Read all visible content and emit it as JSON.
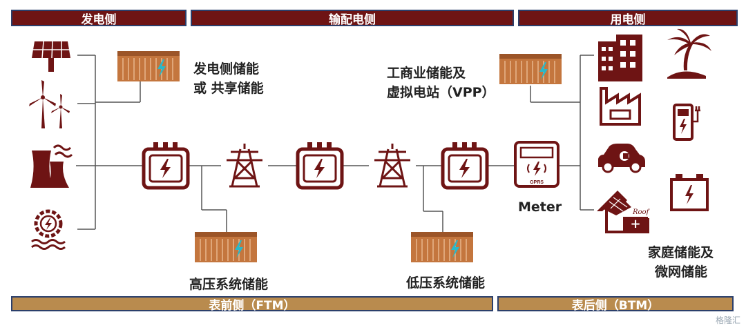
{
  "sections_top": {
    "generation": "发电侧",
    "transmission": "输配电侧",
    "consumption": "用电侧"
  },
  "sections_bottom": {
    "ftm": "表前侧（FTM）",
    "btm": "表后侧（BTM）"
  },
  "labels": {
    "gen_storage_line1": "发电侧储能",
    "gen_storage_line2": "或 共享储能",
    "ci_storage_line1": "工商业储能及",
    "ci_storage_line2": "虚拟电站（VPP）",
    "hv_storage": "高压系统储能",
    "lv_storage": "低压系统储能",
    "meter": "Meter",
    "home_storage_line1": "家庭储能及",
    "home_storage_line2": "微网储能",
    "meter_gprs": "GPRS",
    "roof_text": "Roof"
  },
  "colors": {
    "primary": "#6e1414",
    "gold": "#b98b4e",
    "border": "#2b3f6b",
    "container": "#c4763e",
    "bolt": "#2ab8c8",
    "line": "#555555"
  },
  "icons": [
    "solar-panel-icon",
    "wind-turbine-icon",
    "power-plant-icon",
    "hydro-icon",
    "container-icon",
    "transformer-icon",
    "transmission-tower-icon",
    "meter-icon",
    "office-building-icon",
    "factory-icon",
    "electric-car-icon",
    "house-roof-battery-icon",
    "palm-island-icon",
    "charging-station-icon",
    "battery-icon"
  ],
  "watermark": "格隆汇"
}
